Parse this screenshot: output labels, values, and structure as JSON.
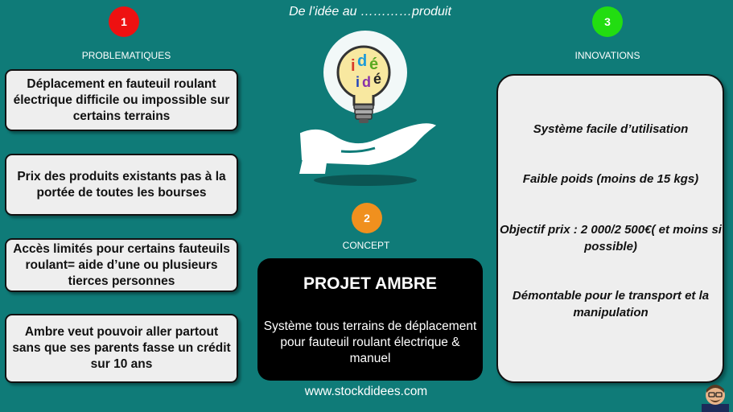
{
  "header": {
    "title": "De l’idée au …………produit"
  },
  "sections": {
    "problems": {
      "number": "1",
      "label": "PROBLEMATIQUES",
      "color": "#ee1111"
    },
    "concept": {
      "number": "2",
      "label": "CONCEPT",
      "color": "#f0901e"
    },
    "innovations": {
      "number": "3",
      "label": "INNOVATIONS",
      "color": "#22dd11"
    }
  },
  "problems": [
    "Déplacement en fauteuil roulant électrique difficile ou impossible sur certains terrains",
    "Prix des produits existants pas à la portée de toutes les bourses",
    "Accès  limités pour certains fauteuils roulant= aide d’une ou plusieurs tierces personnes",
    "Ambre veut pouvoir aller partout sans que ses parents fasse un crédit sur 10 ans"
  ],
  "concept": {
    "title": "PROJET AMBRE",
    "description": "Système tous terrains de déplacement pour fauteuil roulant électrique & manuel"
  },
  "innovations": [
    "Système facile d’utilisation",
    "Faible poids (moins de 15 kgs)",
    "Objectif prix : 2 000/2 500€( et moins si possible)",
    "Démontable pour le transport et la manipulation"
  ],
  "footer": {
    "url": "www.stockdidees.com"
  },
  "icons": {
    "illustration": "hand-holding-lightbulb-icon",
    "avatar": "cartoon-avatar-icon"
  },
  "colors": {
    "background": "#0f7b78",
    "box": "#eeeeee",
    "concept_box": "#000000"
  }
}
